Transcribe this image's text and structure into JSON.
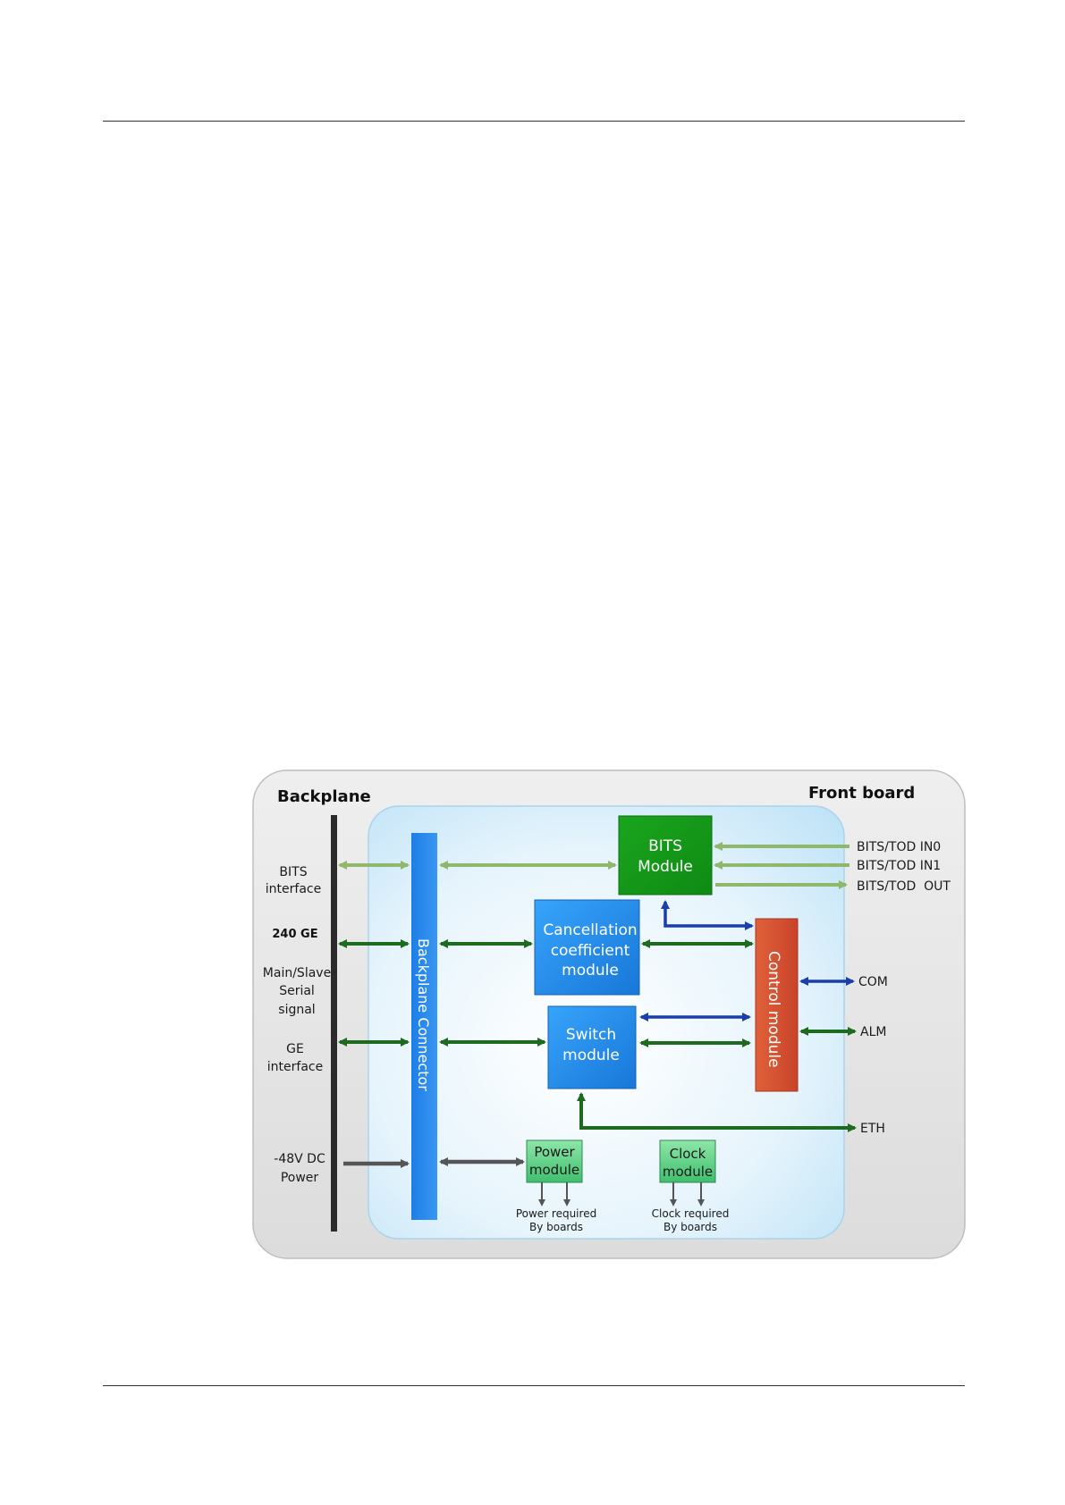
{
  "diagram": {
    "backplane_label": "Backplane",
    "front_board_label": "Front board",
    "left_labels": {
      "bits": [
        "BITS",
        "interface"
      ],
      "ge240": "240 GE",
      "main_slave": [
        "Main/Slave",
        "Serial",
        "signal"
      ],
      "ge": [
        "GE",
        "interface"
      ],
      "power48": [
        "-48V DC",
        "Power"
      ]
    },
    "connector_label": "Backplane Connector",
    "modules": {
      "bits": [
        "BITS",
        "Module"
      ],
      "cancellation": [
        "Cancellation",
        "coefficient",
        "module"
      ],
      "switch": [
        "Switch",
        "module"
      ],
      "control": "Control module",
      "power": [
        "Power",
        "module"
      ],
      "clock": [
        "Clock",
        "module"
      ]
    },
    "right_labels": {
      "bits_in0": "BITS/TOD IN0",
      "bits_in1": "BITS/TOD IN1",
      "bits_out": "BITS/TOD  OUT",
      "com": "COM",
      "alm": "ALM",
      "eth": "ETH"
    },
    "notes": {
      "power_required": [
        "Power required",
        "By boards"
      ],
      "clock_required": [
        "Clock required",
        "By boards"
      ]
    },
    "colors": {
      "connector_blue": "#1e7fe0",
      "bits_green": "#18a01e",
      "module_blue": "#2a8ff0",
      "control_red": "#d9502f",
      "small_module_green": "#5fd08a",
      "outer_panel": "#e4e4e4",
      "inner_panel": "#d8eefb"
    }
  }
}
